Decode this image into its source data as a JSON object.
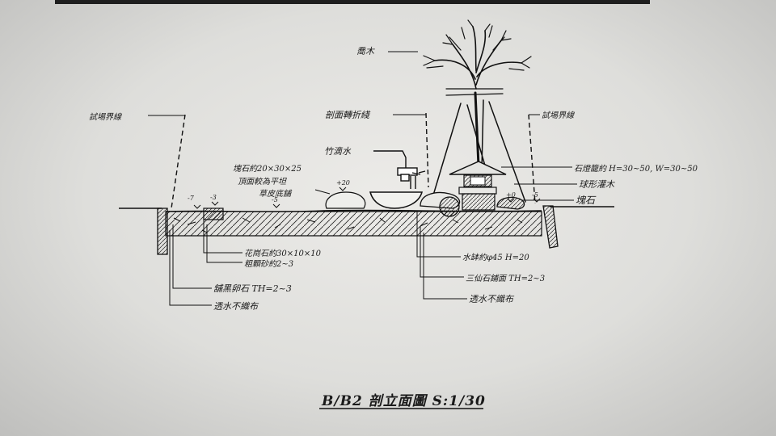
{
  "labels": {
    "tree": "喬木",
    "site_boundary_left": "試埸界線",
    "site_boundary_right": "試埸界線",
    "section_turn_line": "剖面轉折綫",
    "bamboo_water": "竹滴水",
    "retaining_stone": "塊石約20×30×25",
    "top_surface": "頂面較為平坦",
    "grass_paving": "草皮底舖",
    "stone_lantern": "石燈籠約 H=30~50, W=30~50",
    "ball_shrub": "球形灌木",
    "block_stone": "塊石",
    "granite_stone": "花崗石約30×10×10",
    "coarse_sand": "粗顆砂約2~3",
    "black_pebble": "舖黑卵石 TH=2~3",
    "geotextile_left": "透水不織布",
    "water_basin": "水缽約φ45 H=20",
    "sanxian_stone": "三仙石鋪面 TH=2~3",
    "geotextile_right": "透水不織布",
    "drawing_title": "B/B2 剖立面圖 S:1/30"
  },
  "levels": {
    "lvl_left_outer": "-7",
    "lvl_left_inner": "-3",
    "lvl_plus20": "+20",
    "lvl_minus5": "-5",
    "lvl_right_a": "+0",
    "lvl_right_b": "-5"
  }
}
